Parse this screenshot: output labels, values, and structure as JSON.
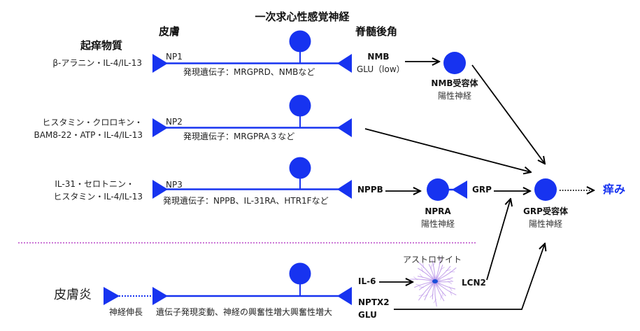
{
  "colors": {
    "neuron": "#1733f0",
    "arrow": "#000000",
    "divider": "#cc77d6",
    "itch": "#1733f0",
    "astrocyte": "#b48ae6"
  },
  "headers": {
    "primary_neuron": "一次求心性感覚神経",
    "skin": "皮膚",
    "spinal_dorsal_horn": "脊髄後角",
    "pruritogens": "起痒物質"
  },
  "pathways": [
    {
      "pruritogens": [
        "β-アラニン・IL-4/IL-13"
      ],
      "neuron": "NP1",
      "genes": "発現遺伝子：MRGPRD、NMBなど",
      "outputs": [
        "NMB",
        "GLU（low）"
      ]
    },
    {
      "pruritogens": [
        "ヒスタミン・クロロキン・",
        "BAM8-22・ATP・IL-4/IL-13"
      ],
      "neuron": "NP2",
      "genes": "発現遺伝子：MRGPRA３など",
      "outputs": []
    },
    {
      "pruritogens": [
        "IL-31・セロトニン・",
        "ヒスタミン・IL-4/IL-13"
      ],
      "neuron": "NP3",
      "genes": "発現遺伝子：NPPB、IL-31RA、HTR1Fなど",
      "outputs": [
        "NPPB"
      ]
    }
  ],
  "receptors": {
    "nmb": {
      "name": "NMB受容体",
      "type": "陽性神経"
    },
    "npra": {
      "name": "NPRA",
      "type": "陽性神経"
    },
    "grp": {
      "name": "GRP受容体",
      "type": "陽性神経"
    },
    "grp_label": "GRP"
  },
  "output": {
    "itch": "痒み"
  },
  "dermatitis": {
    "label": "皮膚炎",
    "nerve_elongation": "神経伸長",
    "changes": "遺伝子発現変動、神経の興奮性増大興奮性増大",
    "astrocyte": "アストロサイト",
    "il6": "IL-6",
    "lcn2": "LCN2",
    "outputs": [
      "NPTX2",
      "GLU"
    ]
  }
}
